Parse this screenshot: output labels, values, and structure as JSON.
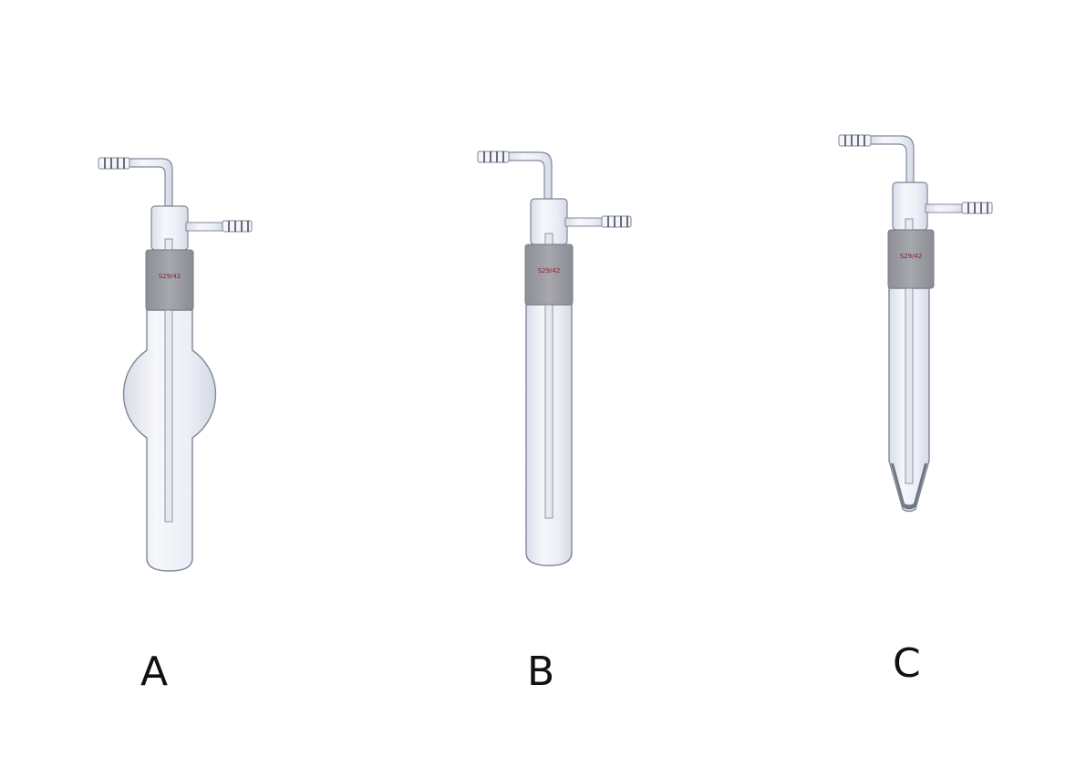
{
  "items": [
    {
      "label": "A",
      "joint_text": "S29/42",
      "shape": "bulb"
    },
    {
      "label": "B",
      "joint_text": "S29/42",
      "shape": "straight"
    },
    {
      "label": "C",
      "joint_text": "S29/42",
      "shape": "conical"
    }
  ],
  "colors": {
    "glass_outline": "#7f8899",
    "glass_fill": "#eef0f6",
    "ground_joint": "#9a9ba2",
    "joint_text": "#8a2030",
    "hose_rings": "#3a3f4a",
    "label_text": "#111111"
  }
}
